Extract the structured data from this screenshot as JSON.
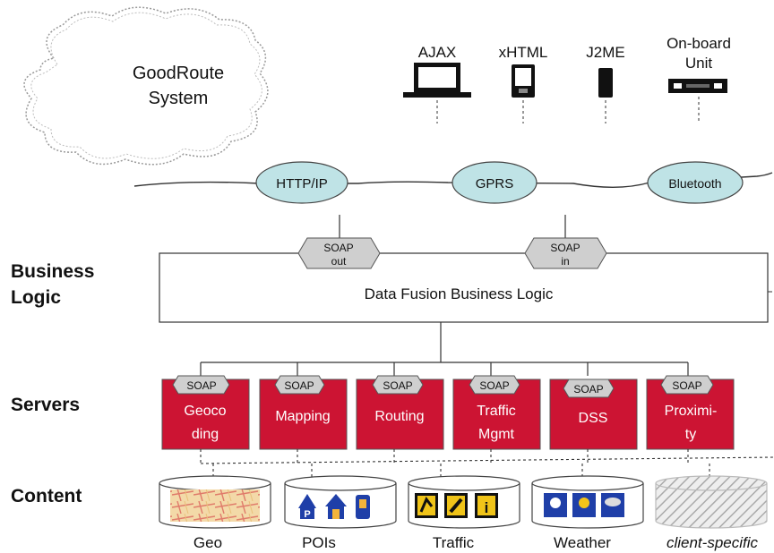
{
  "system": {
    "line1": "GoodRoute",
    "line2": "System"
  },
  "devices": [
    {
      "label": "AJAX",
      "icon": "laptop-icon"
    },
    {
      "label": "xHTML",
      "icon": "pda-icon"
    },
    {
      "label": "J2ME",
      "icon": "mobile-phone-icon"
    },
    {
      "label_line1": "On-board",
      "label_line2": "Unit",
      "icon": "onboard-unit-icon"
    }
  ],
  "networks": [
    "HTTP/IP",
    "GPRS",
    "Bluetooth"
  ],
  "soap_gateways": [
    {
      "line1": "SOAP",
      "line2": "out"
    },
    {
      "line1": "SOAP",
      "line2": "in"
    }
  ],
  "layers": {
    "business_line1": "Business",
    "business_line2": "Logic",
    "servers": "Servers",
    "content": "Content"
  },
  "business_logic_box": "Data Fusion Business Logic",
  "servers": [
    {
      "soap": "SOAP",
      "line1": "Geoco",
      "line2": "ding"
    },
    {
      "soap": "SOAP",
      "line1": "Mapping",
      "line2": ""
    },
    {
      "soap": "SOAP",
      "line1": "Routing",
      "line2": ""
    },
    {
      "soap": "SOAP",
      "line1": "Traffic",
      "line2": "Mgmt"
    },
    {
      "soap": "SOAP",
      "line1": "DSS",
      "line2": ""
    },
    {
      "soap": "SOAP",
      "line1": "Proximi-",
      "line2": "ty"
    }
  ],
  "content": [
    {
      "label": "Geo",
      "icon": "map-thumbnail-icon"
    },
    {
      "label": "POIs",
      "icon": "poi-icons"
    },
    {
      "label": "Traffic",
      "icon": "traffic-sign-icons"
    },
    {
      "label": "Weather",
      "icon": "weather-icons"
    },
    {
      "label": "client-specific",
      "icon": "hatched-placeholder-icon"
    }
  ],
  "colors": {
    "server_red": "#cc1433",
    "network_fill": "#bfe3e6",
    "soap_grey": "#cfcfcf"
  }
}
